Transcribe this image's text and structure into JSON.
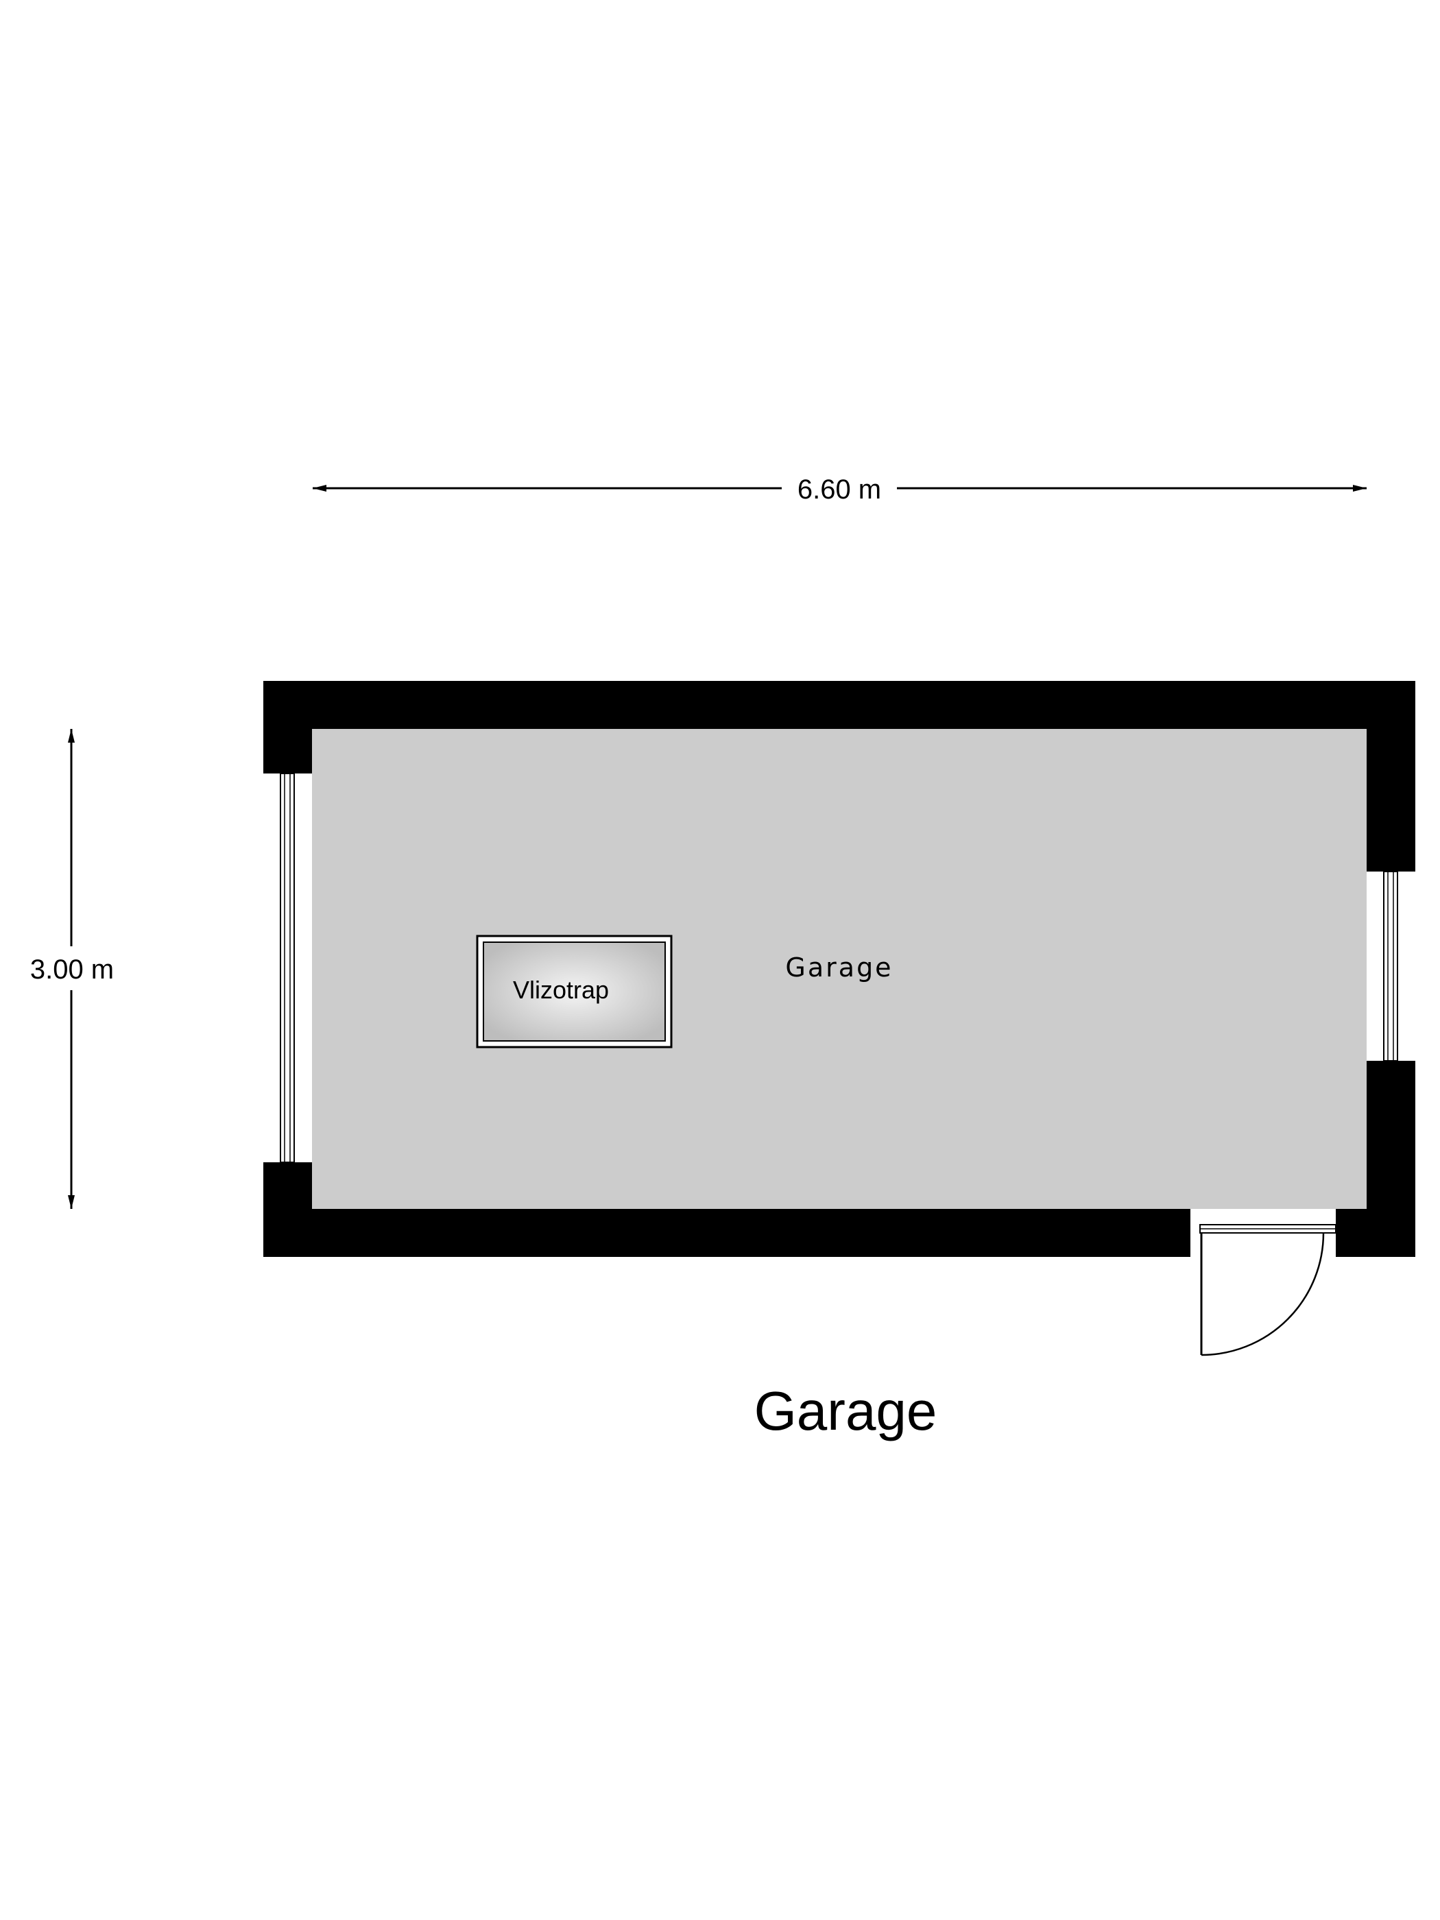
{
  "dimensions": {
    "width_label": "6.60 m",
    "depth_label": "3.00 m"
  },
  "room": {
    "name": "Garage"
  },
  "attic_hatch": {
    "label": "Vlizotrap"
  },
  "floor": {
    "title": "Garage"
  },
  "colors": {
    "wall": "#000000",
    "floor": "#cccccc",
    "background": "#ffffff"
  }
}
